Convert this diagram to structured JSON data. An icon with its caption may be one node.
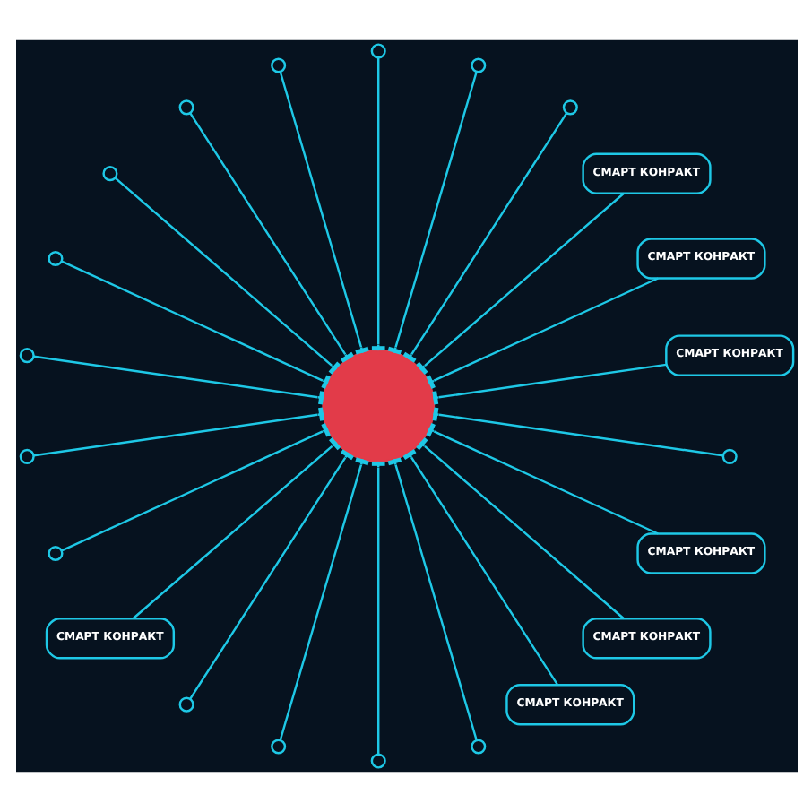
{
  "diagram": {
    "nodes": [
      {
        "text": [
          "СМАРТ КОНРАКТ"
        ]
      },
      {
        "text": [
          "СМАРТ КОНРАКТ"
        ]
      },
      {
        "text": [
          "СМАРТ КОНРАКТ"
        ]
      },
      {
        "text": [],
        "shape": "circle"
      },
      {
        "text": [],
        "shape": "circle"
      },
      {
        "text": [],
        "shape": "circle"
      },
      {
        "text": [],
        "shape": "circle"
      },
      {
        "text": [],
        "shape": "circle"
      },
      {
        "text": [],
        "shape": "circle"
      },
      {
        "text": [],
        "shape": "circle"
      },
      {
        "text": [],
        "shape": "circle"
      },
      {
        "text": [],
        "shape": "circle"
      },
      {
        "text": [],
        "shape": "circle"
      },
      {
        "text": [],
        "shape": "circle"
      },
      {
        "text": [
          "СМАРТ КОНРАКТ"
        ]
      },
      {
        "text": [],
        "shape": "circle"
      },
      {
        "text": [],
        "shape": "circle"
      },
      {
        "text": [],
        "shape": "circle"
      },
      {
        "text": [],
        "shape": "circle"
      },
      {
        "text": [
          "СМАРТ КОНРАКТ"
        ]
      },
      {
        "text": [
          "СМАРТ КОНРАКТ"
        ]
      },
      {
        "text": [
          "СМАРТ КОНРАКТ"
        ]
      },
      {
        "text": [],
        "shape": "circle"
      }
    ],
    "edges": [
      {
        "from": 0,
        "to": 9,
        "arrow": "other"
      },
      {
        "from": 1,
        "to": 9,
        "arrow": "other"
      },
      {
        "from": 2,
        "to": 9,
        "arrow": "other"
      },
      {
        "from": 3,
        "to": 9,
        "arrow": "other"
      },
      {
        "from": 4,
        "to": 9,
        "arrow": "other"
      },
      {
        "from": 5,
        "to": 9,
        "arrow": "other"
      },
      {
        "from": 6,
        "to": 9,
        "arrow": "other"
      },
      {
        "from": 7,
        "to": 9,
        "arrow": "other"
      },
      {
        "from": 8,
        "to": 9,
        "arrow": "other"
      },
      {
        "from": 10,
        "to": 9,
        "arrow": "other"
      },
      {
        "from": 11,
        "to": 9,
        "arrow": "other"
      },
      {
        "from": 12,
        "to": 9,
        "arrow": "other"
      },
      {
        "from": 13,
        "to": 9,
        "arrow": "other"
      },
      {
        "from": 14,
        "to": 9,
        "arrow": "other"
      },
      {
        "from": 15,
        "to": 9,
        "arrow": "other"
      },
      {
        "from": 16,
        "to": 9,
        "arrow": "other"
      },
      {
        "from": 17,
        "to": 9,
        "arrow": "other"
      },
      {
        "from": 18,
        "to": 9,
        "arrow": "other"
      },
      {
        "from": 19,
        "to": 9,
        "arrow": "other"
      },
      {
        "from": 20,
        "to": 9,
        "arrow": "other"
      },
      {
        "from": 21,
        "to": 9,
        "arrow": "other"
      },
      {
        "from": 22,
        "to": 9,
        "arrow": "other"
      }
    ]
  }
}
